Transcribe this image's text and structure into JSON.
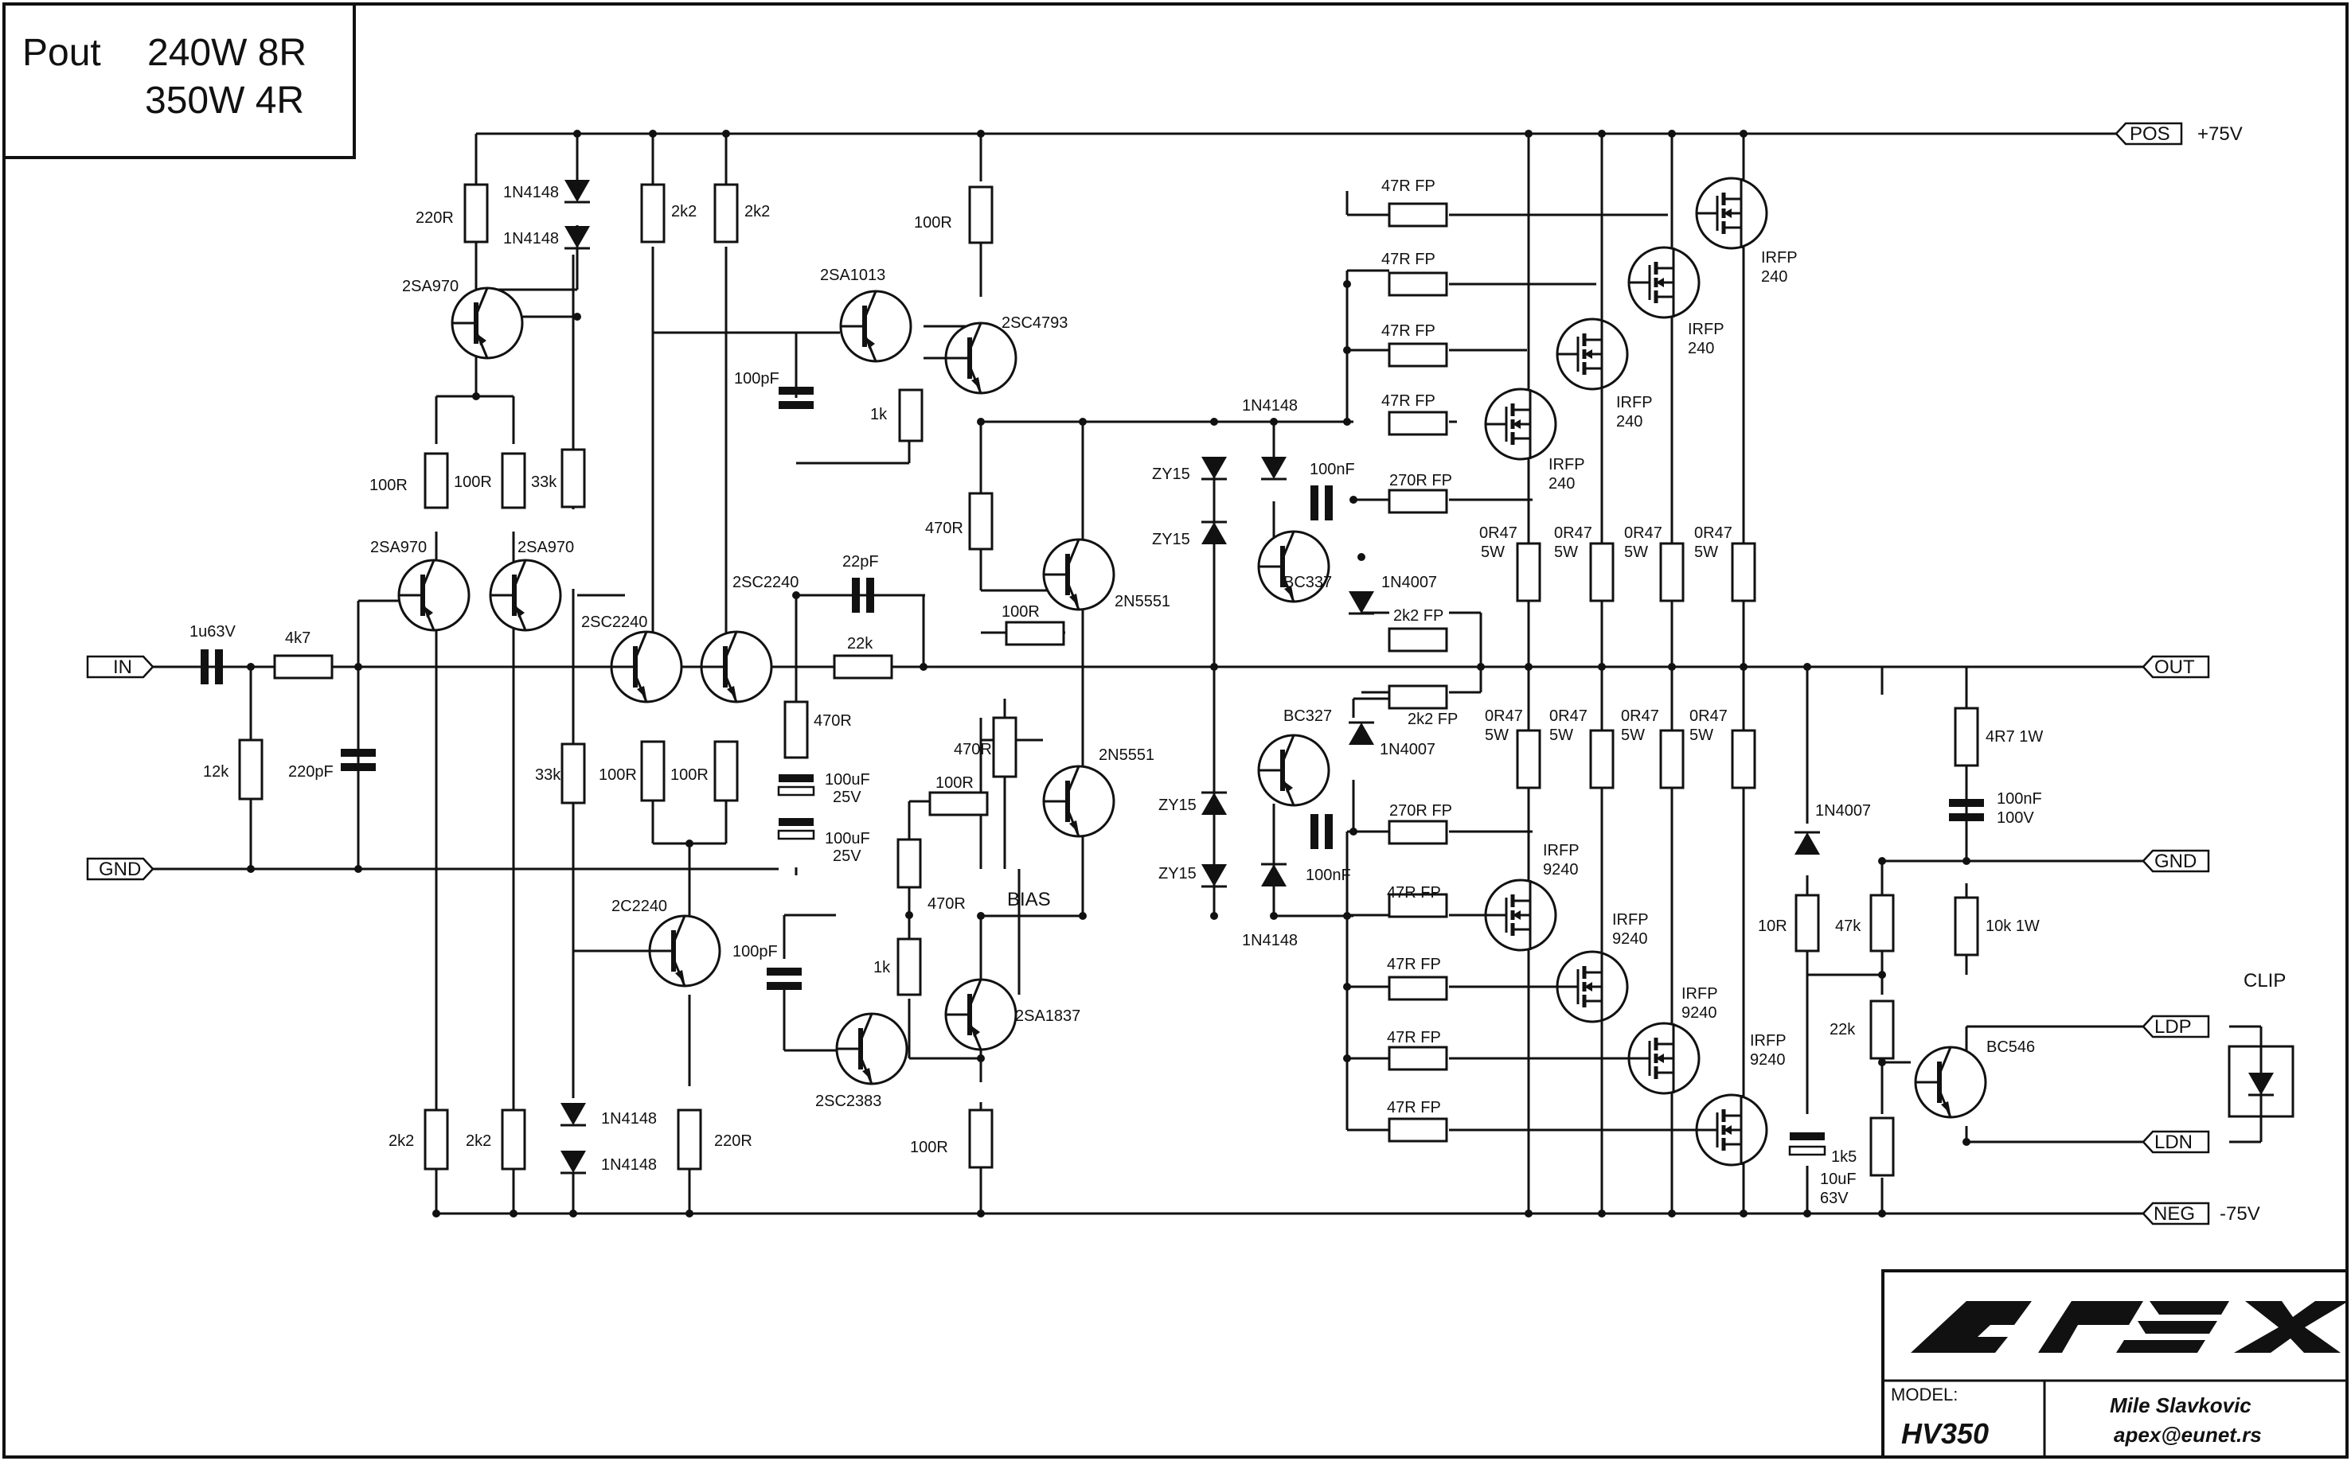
{
  "power": {
    "line1_label": "Pout",
    "line1_value": "240W 8R",
    "line2_value": "350W 4R"
  },
  "ports": {
    "pos": "POS",
    "pos_v": "+75V",
    "neg": "NEG",
    "neg_v": "-75V",
    "in": "IN",
    "gnd_in": "GND",
    "out": "OUT",
    "gnd_out": "GND",
    "ldp": "LDP",
    "ldn": "LDN"
  },
  "clip_label": "CLIP",
  "bias_label": "BIAS",
  "components": {
    "r_220r_top": "220R",
    "d_1n4148_a": "1N4148",
    "d_1n4148_b": "1N4148",
    "q_2sa970_top": "2SA970",
    "r_2k2_a": "2k2",
    "r_2k2_b": "2k2",
    "q_2sa1013": "2SA1013",
    "q_2sc4793": "2SC4793",
    "r_100r_vas": "100R",
    "c_100pf_top": "100pF",
    "r_1k_top": "1k",
    "r_100r_l": "100R",
    "r_100r_r": "100R",
    "r_33k_top": "33k",
    "q_2sa970_l": "2SA970",
    "q_2sa970_r": "2SA970",
    "q_2sc2240_fb": "2SC2240",
    "q_2sc2240_l": "2SC2240",
    "c_22pf": "22pF",
    "r_22k_fb": "22k",
    "r_470r_top": "470R",
    "q_2n5551_top": "2N5551",
    "r_100r_mid": "100R",
    "c_1u63v": "1u63V",
    "r_4k7": "4k7",
    "r_12k": "12k",
    "c_220pf": "220pF",
    "r_33k_bot": "33k",
    "r_100r_bl": "100R",
    "r_100r_br": "100R",
    "r_470r_fb": "470R",
    "c_100uf_a": "100uF",
    "c_100uf_a_v": "25V",
    "c_100uf_b": "100uF",
    "c_100uf_b_v": "25V",
    "r_470r_bot": "470R",
    "q_2n5551_bot": "2N5551",
    "r_100r_bias": "100R",
    "pot_470r": "470R",
    "q_2c2240": "2C2240",
    "c_100pf_bot": "100pF",
    "r_1k_bot": "1k",
    "q_2sa1837": "2SA1837",
    "q_2sc2383": "2SC2383",
    "r_100r_bot": "100R",
    "r_2k2_c": "2k2",
    "r_2k2_d": "2k2",
    "d_1n4148_c": "1N4148",
    "d_1n4148_d": "1N4148",
    "r_220r_bot": "220R",
    "zy15_a": "ZY15",
    "zy15_b": "ZY15",
    "zy15_c": "ZY15",
    "zy15_d": "ZY15",
    "d_1n4148_top": "1N4148",
    "d_1n4148_bottom": "1N4148",
    "c_100nf_top": "100nF",
    "c_100nf_bot": "100nF",
    "q_bc337": "BC337",
    "q_bc327": "BC327",
    "d_1n4007_a": "1N4007",
    "d_1n4007_b": "1N4007",
    "d_1n4007_c": "1N4007",
    "r_270r_top": "270R FP",
    "r_270r_bot": "270R FP",
    "r_2k2fp_top": "2k2 FP",
    "r_2k2fp_bot": "2k2 FP",
    "gate_r": "47R FP",
    "irfp240": "IRFP",
    "irfp240_n": "240",
    "irfp9240": "IRFP",
    "irfp9240_n": "9240",
    "r_0r47": "0R47",
    "r_0r47_w": "5W",
    "r_4r7": "4R7 1W",
    "c_100nf_zb": "100nF",
    "c_100nf_zb_v": "100V",
    "r_10k": "10k 1W",
    "r_10r": "10R",
    "r_47k": "47k",
    "r_22k_clip": "22k",
    "r_1k5": "1k5",
    "c_10uf": "10uF",
    "c_10uf_v": "63V",
    "q_bc546": "BC546"
  },
  "titleblock": {
    "logo": "APEX",
    "model_label": "MODEL:",
    "model": "HV350",
    "author": "Mile Slavkovic",
    "email": "apex@eunet.rs"
  }
}
